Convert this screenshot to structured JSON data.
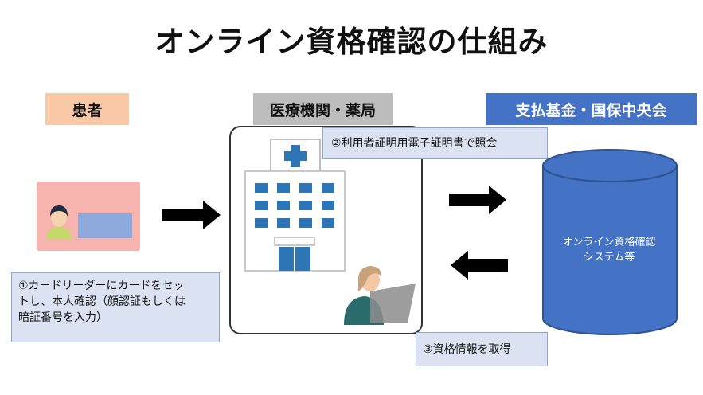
{
  "title": "オンライン資格確認の仕組み",
  "labels": {
    "patient": "患者",
    "facility": "医療機関・薬局",
    "payer": "支払基金・国保中央会"
  },
  "notes": {
    "verify": "②利用者証明用電子証明書で照会",
    "patient_line1": "①カードリーダーにカードをセッ",
    "patient_line2": "トし、本人確認（顔認証もしくは",
    "patient_line3": "暗証番号を入力）",
    "acquire": "③資格情報を取得"
  },
  "database": {
    "line1": "オンライン資格確認",
    "line2": "システム等"
  },
  "colors": {
    "patient_label_bg": "#f9c8a6",
    "facility_label_bg": "#bdbdbd",
    "payer_label_bg": "#4472c4",
    "card_bg": "#f7b3ae",
    "card_chip": "#8ea9db",
    "database_fill": "#4472c4",
    "database_stroke": "#2f528f",
    "note_bg": "#dbe3f2",
    "hospital_blue": "#2e75b6",
    "person_top": "#2a6b6b"
  },
  "icons": {
    "card": "id-card-icon",
    "hospital": "hospital-building-icon",
    "staff": "staff-with-laptop-icon",
    "database": "database-cylinder-icon",
    "arrow": "right-arrow-icon"
  }
}
